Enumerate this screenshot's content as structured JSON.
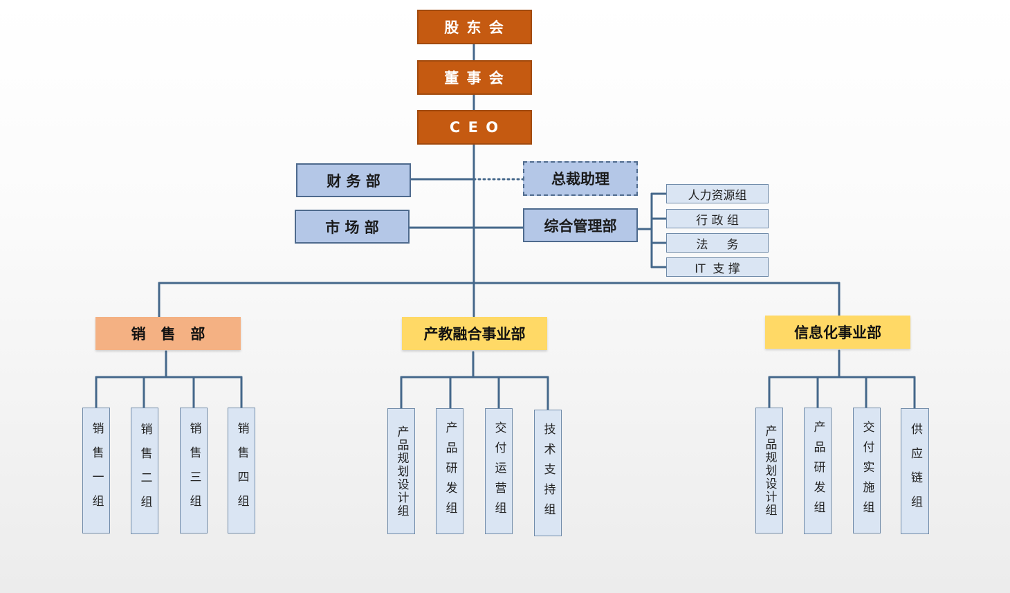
{
  "top_chain": [
    {
      "id": "shareholders",
      "label": "股 东 会"
    },
    {
      "id": "board",
      "label": "董 事 会"
    },
    {
      "id": "ceo",
      "label": "C E O"
    }
  ],
  "finance": {
    "label": "财 务 部"
  },
  "assistant": {
    "label": "总裁助理"
  },
  "marketing": {
    "label": "市 场 部"
  },
  "admin_mgmt": {
    "label": "综合管理部"
  },
  "admin_groups": [
    {
      "label": "人力资源组"
    },
    {
      "label": "行 政 组"
    },
    {
      "label": "法     务"
    },
    {
      "label": "IT  支 撑"
    }
  ],
  "divisions": [
    {
      "label": "销   售   部",
      "color": "#f4b183",
      "groups": [
        {
          "label": "销售一组"
        },
        {
          "label": "销售二组"
        },
        {
          "label": "销售三组"
        },
        {
          "label": "销售四组"
        }
      ]
    },
    {
      "label": "产教融合事业部",
      "color": "#ffd966",
      "groups": [
        {
          "label": "产品规划设计组"
        },
        {
          "label": "产品研发组"
        },
        {
          "label": "交付运营组"
        },
        {
          "label": "技术支持组"
        }
      ]
    },
    {
      "label": "信息化事业部",
      "color": "#ffd966",
      "groups": [
        {
          "label": "产品规划设计组"
        },
        {
          "label": "产品研发组"
        },
        {
          "label": "交付实施组"
        },
        {
          "label": "供应链组"
        }
      ]
    }
  ],
  "colors": {
    "top": "#c55a11",
    "staff": "#b4c7e7",
    "group": "#dae5f3",
    "line": "#44678a"
  }
}
